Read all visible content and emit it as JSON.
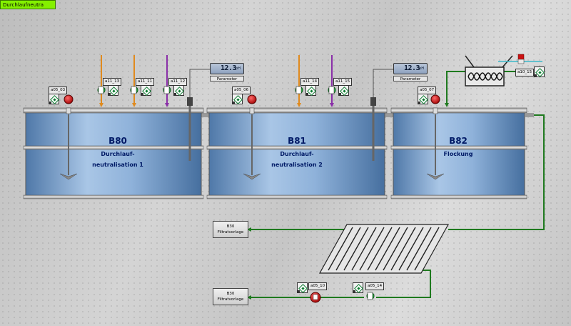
{
  "window": {
    "title": "Durchlaufneutra"
  },
  "tanks": [
    {
      "name": "B80",
      "line1": "Durchlauf-",
      "line2": "neutralisation 1"
    },
    {
      "name": "B81",
      "line1": "Durchlauf-",
      "line2": "neutralisation 2"
    },
    {
      "name": "B82",
      "line1": "Flockung",
      "line2": ""
    }
  ],
  "ph_meters": [
    {
      "value": "12.3",
      "unit": "pH",
      "button": "Parameter"
    },
    {
      "value": "12.3",
      "unit": "pH",
      "button": "Parameter"
    }
  ],
  "tags": {
    "a05_03": "a05_03",
    "a11_13": "a11_13",
    "a11_11": "a11_11",
    "a11_12": "a11_12",
    "a05_06": "a05_06",
    "a11_14": "a11_14",
    "a11_15": "a11_15",
    "a05_07": "a05_07",
    "a10_15": "a10_15",
    "a05_10": "a05_10",
    "a05_14": "a05_14"
  },
  "filtrat": [
    {
      "line1": "B30",
      "line2": "Filtratvorlage"
    },
    {
      "line1": "B30",
      "line2": "Filtratvorlage"
    }
  ],
  "colors": {
    "pipe_green": "#1f7a1f",
    "dosing_orange": "#e08a1e",
    "dosing_purple": "#8a2fa8",
    "motor_red": "#cc1111",
    "tank_blue": "#7fa5cf"
  }
}
